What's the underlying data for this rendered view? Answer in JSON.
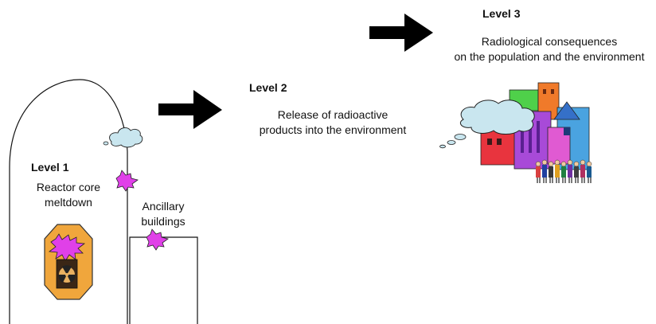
{
  "level1": {
    "title": "Level 1",
    "line1": "Reactor core",
    "line2": "meltdown"
  },
  "ancillary": {
    "line1": "Ancillary",
    "line2": "buildings"
  },
  "level2": {
    "title": "Level 2",
    "line1": "Release of radioactive",
    "line2": "products into the environment"
  },
  "level3": {
    "title": "Level 3",
    "line1": "Radiological consequences",
    "line2": "on the population and the environment"
  },
  "icons": [
    "reactor-icon",
    "radiation-icon",
    "explosion-icon",
    "cloud-icon",
    "city-icon",
    "crowd-icon",
    "arrow-icon"
  ],
  "colors": {
    "explosion": "#e040e8",
    "reactor": "#f0a63c",
    "cloud": "#c9e6ef",
    "arrow": "#000000"
  }
}
